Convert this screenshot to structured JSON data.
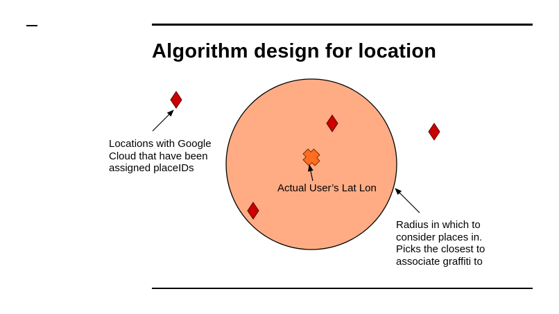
{
  "slide": {
    "title": "Algorithm design for location"
  },
  "diagram": {
    "places_label_lines": [
      "Locations with Google",
      "Cloud that have been",
      "assigned placeIDs"
    ],
    "user_label": "Actual User’s Lat Lon",
    "radius_label_lines": [
      "Radius in which to",
      "consider places in.",
      "Picks the closest to",
      "associate graffiti to"
    ],
    "colors": {
      "radius_fill": "#ffac84",
      "radius_stroke": "#000000",
      "place_marker": "#cc0000",
      "user_marker": "#ff6d22"
    },
    "icons": {
      "place": "red-diamond-icon",
      "user": "orange-cross-icon"
    }
  }
}
